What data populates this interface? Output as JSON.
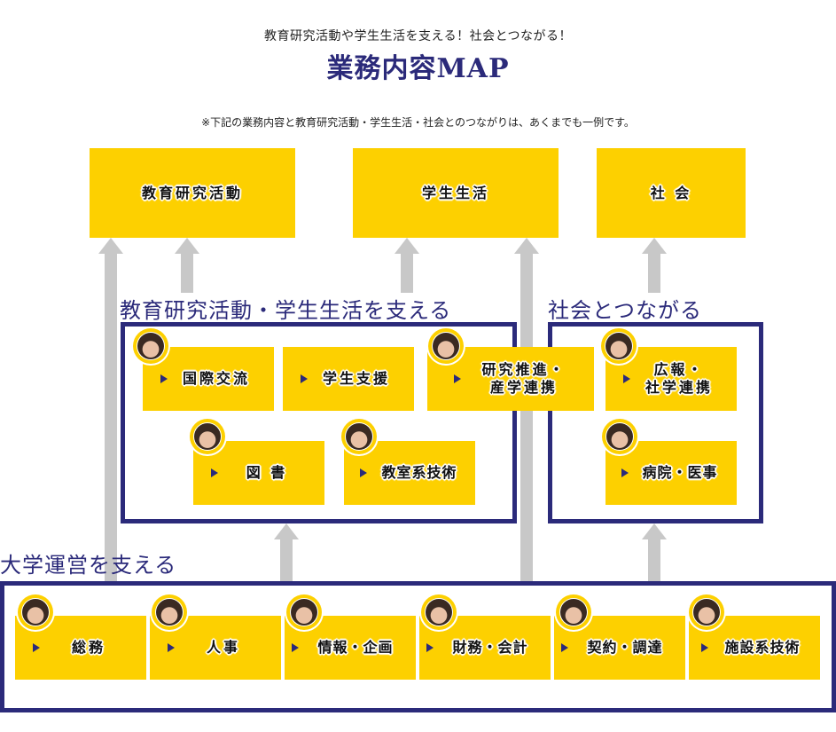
{
  "header": {
    "subtitle": "教育研究活動や学生生活を支える！社会とつながる！",
    "title": "業務内容MAP",
    "note": "※下記の業務内容と教育研究活動・学生生活・社会とのつながりは、あくまでも一例です。"
  },
  "targets": [
    {
      "label": "教育研究活動"
    },
    {
      "label": "学生生活"
    },
    {
      "label": "社 会"
    }
  ],
  "sections": {
    "support_education": {
      "label": "教育研究活動・学生生活を支える",
      "cards": [
        {
          "label": "国際交流",
          "icon": "staff-avatar"
        },
        {
          "label": "学生支援",
          "icon": null
        },
        {
          "label": "研究推進・\n産学連携",
          "icon": "staff-avatar"
        },
        {
          "label": "図 書",
          "icon": "staff-avatar"
        },
        {
          "label": "教室系技術",
          "icon": "staff-avatar"
        }
      ]
    },
    "connect_society": {
      "label": "社会とつながる",
      "cards": [
        {
          "label": "広報・\n社学連携",
          "icon": "staff-avatar"
        },
        {
          "label": "病院・医事",
          "icon": "staff-avatar"
        }
      ]
    },
    "support_university": {
      "label": "大学運営を支える",
      "cards": [
        {
          "label": "総務",
          "icon": "staff-avatar"
        },
        {
          "label": "人事",
          "icon": "staff-avatar"
        },
        {
          "label": "情報・企画",
          "icon": "staff-avatar"
        },
        {
          "label": "財務・会計",
          "icon": "staff-avatar"
        },
        {
          "label": "契約・調達",
          "icon": "staff-avatar"
        },
        {
          "label": "施設系技術",
          "icon": "staff-avatar"
        }
      ]
    }
  },
  "colors": {
    "accent_navy": "#2b2a7a",
    "box_yellow": "#fdd000",
    "arrow_gray": "#c8c8c8"
  }
}
